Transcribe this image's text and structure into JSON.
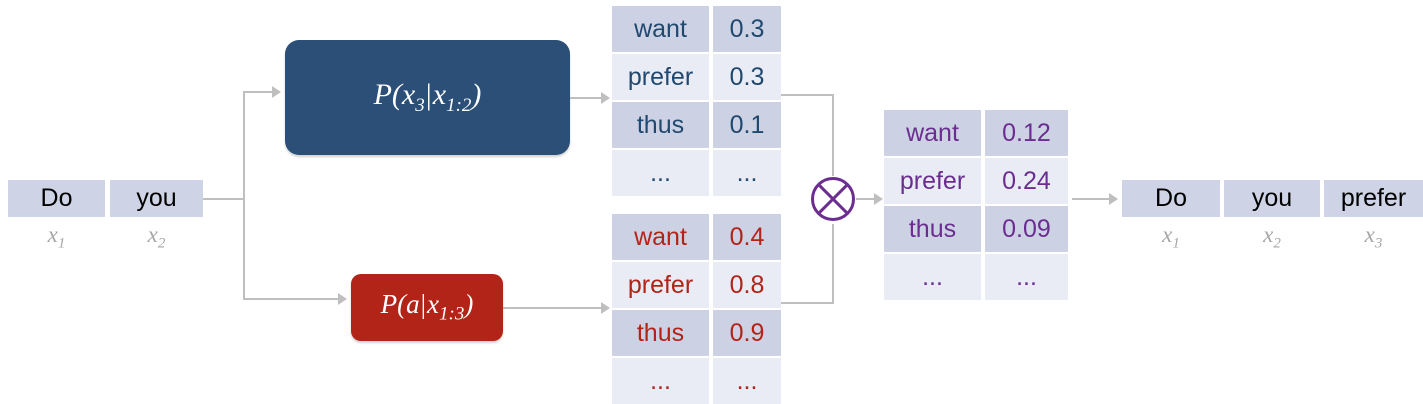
{
  "input_sequence": {
    "tokens": [
      {
        "word": "Do",
        "label": "x",
        "sub": "1"
      },
      {
        "word": "you",
        "label": "x",
        "sub": "2"
      }
    ]
  },
  "models": {
    "top": {
      "expr_p": "P(",
      "expr_num": "x",
      "expr_num_sub": "3",
      "bar": "|",
      "expr_den": "x",
      "expr_den_sub": "1:2",
      "expr_close": ")",
      "color": "#2b4f76"
    },
    "bottom": {
      "expr_p": "P(",
      "expr_num": "a",
      "expr_num_sub": "",
      "bar": "|",
      "expr_den": "x",
      "expr_den_sub": "1:3",
      "expr_close": ")",
      "color": "#b22318"
    }
  },
  "tables": {
    "lm_distribution": {
      "color": "#21486e",
      "rows": [
        {
          "token": "want",
          "prob": "0.3"
        },
        {
          "token": "prefer",
          "prob": "0.3"
        },
        {
          "token": "thus",
          "prob": "0.1"
        },
        {
          "token": "...",
          "prob": "..."
        }
      ]
    },
    "value_distribution": {
      "color": "#b22318",
      "rows": [
        {
          "token": "want",
          "prob": "0.4"
        },
        {
          "token": "prefer",
          "prob": "0.8"
        },
        {
          "token": "thus",
          "prob": "0.9"
        },
        {
          "token": "...",
          "prob": "..."
        }
      ]
    },
    "product_distribution": {
      "color": "#6b2d8f",
      "rows": [
        {
          "token": "want",
          "prob": "0.12"
        },
        {
          "token": "prefer",
          "prob": "0.24"
        },
        {
          "token": "thus",
          "prob": "0.09"
        },
        {
          "token": "...",
          "prob": "..."
        }
      ]
    }
  },
  "operator": {
    "symbol": "multiply-circle",
    "color": "#6b2d8f"
  },
  "output_sequence": {
    "tokens": [
      {
        "word": "Do",
        "label": "x",
        "sub": "1"
      },
      {
        "word": "you",
        "label": "x",
        "sub": "2"
      },
      {
        "word": "prefer",
        "label": "x",
        "sub": "3"
      }
    ]
  }
}
